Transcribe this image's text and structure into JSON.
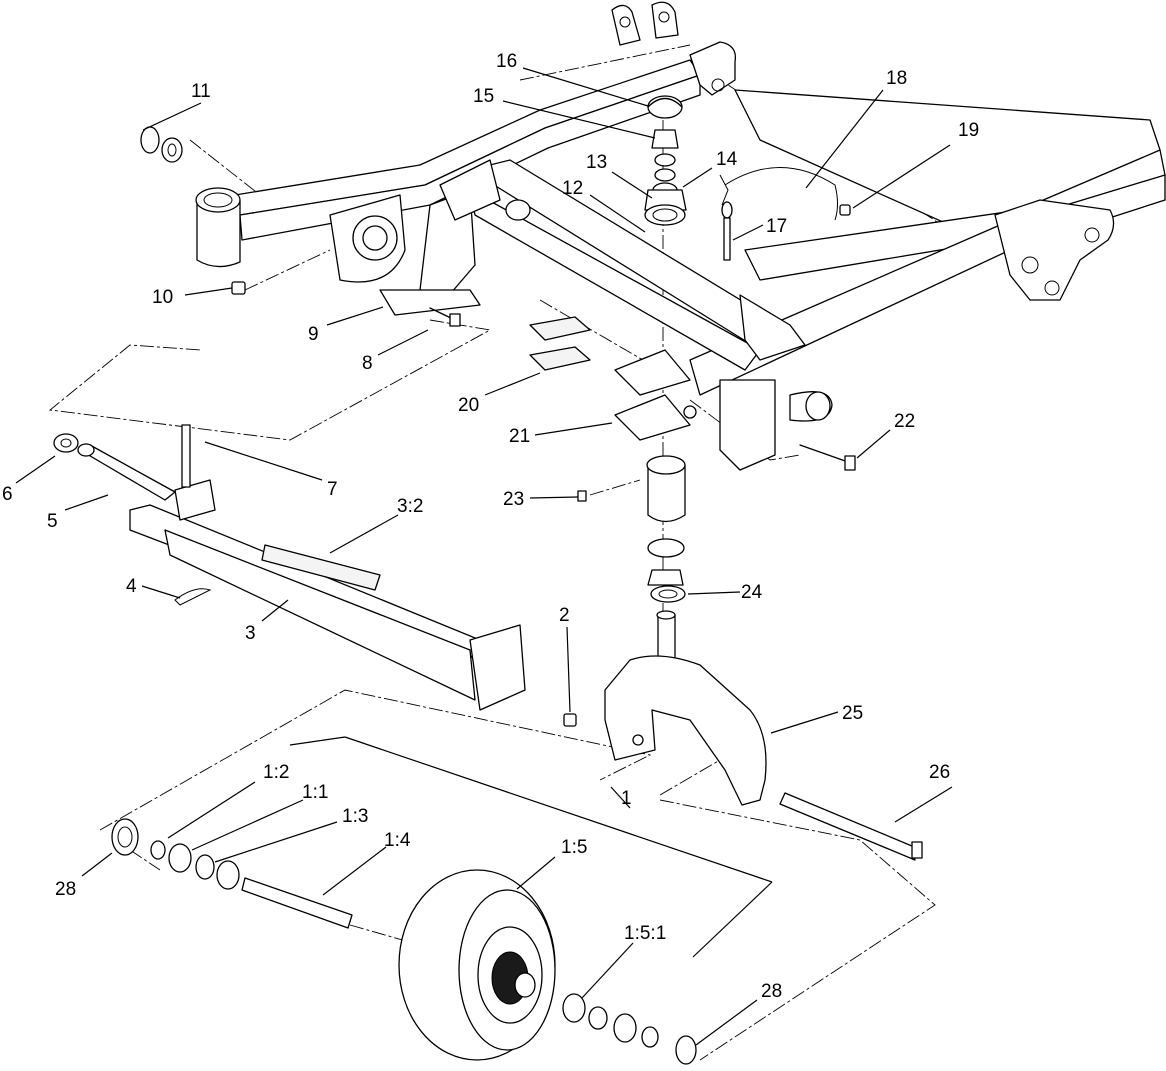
{
  "diagram": {
    "type": "exploded parts diagram",
    "callouts": [
      {
        "id": "c16",
        "label": "16"
      },
      {
        "id": "c15",
        "label": "15"
      },
      {
        "id": "c18",
        "label": "18"
      },
      {
        "id": "c11",
        "label": "11"
      },
      {
        "id": "c19",
        "label": "19"
      },
      {
        "id": "c13",
        "label": "13"
      },
      {
        "id": "c14",
        "label": "14"
      },
      {
        "id": "c12",
        "label": "12"
      },
      {
        "id": "c17",
        "label": "17"
      },
      {
        "id": "c10",
        "label": "10"
      },
      {
        "id": "c9",
        "label": "9"
      },
      {
        "id": "c8",
        "label": "8"
      },
      {
        "id": "c20",
        "label": "20"
      },
      {
        "id": "c22",
        "label": "22"
      },
      {
        "id": "c21",
        "label": "21"
      },
      {
        "id": "c7",
        "label": "7"
      },
      {
        "id": "c6",
        "label": "6"
      },
      {
        "id": "c32",
        "label": "3:2"
      },
      {
        "id": "c5",
        "label": "5"
      },
      {
        "id": "c23",
        "label": "23"
      },
      {
        "id": "c24",
        "label": "24"
      },
      {
        "id": "c4",
        "label": "4"
      },
      {
        "id": "c3",
        "label": "3"
      },
      {
        "id": "c2",
        "label": "2"
      },
      {
        "id": "c25",
        "label": "25"
      },
      {
        "id": "c26",
        "label": "26"
      },
      {
        "id": "c12b",
        "label": "1:2"
      },
      {
        "id": "c1",
        "label": "1"
      },
      {
        "id": "c11b",
        "label": "1:1"
      },
      {
        "id": "c13b",
        "label": "1:3"
      },
      {
        "id": "c14b",
        "label": "1:4"
      },
      {
        "id": "c15b",
        "label": "1:5"
      },
      {
        "id": "c28a",
        "label": "28"
      },
      {
        "id": "c151",
        "label": "1:5:1"
      },
      {
        "id": "c28b",
        "label": "28"
      }
    ]
  }
}
